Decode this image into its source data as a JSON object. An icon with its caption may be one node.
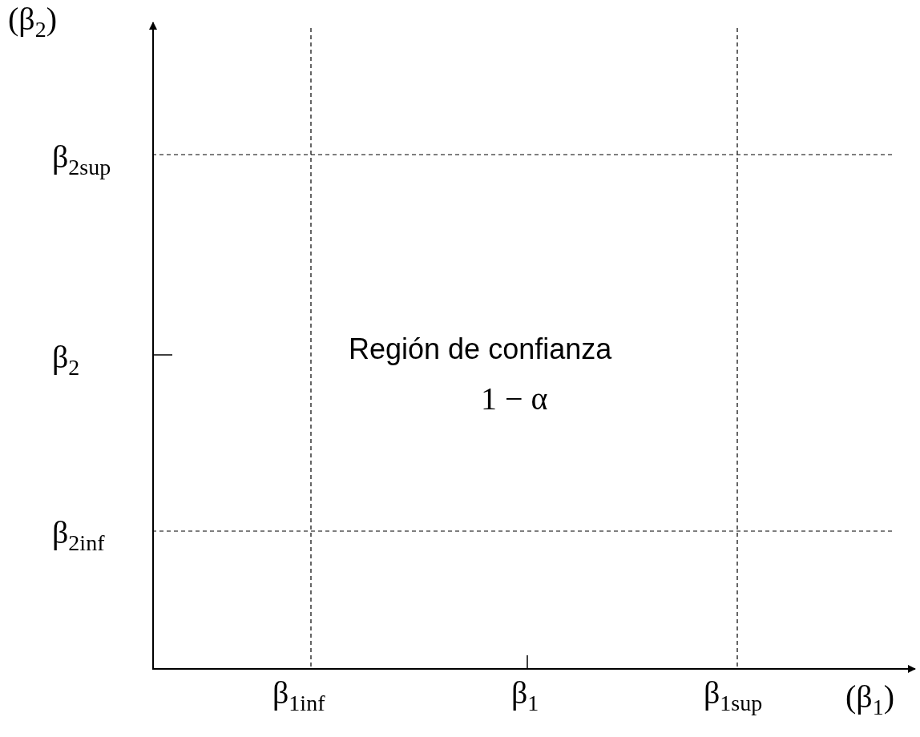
{
  "diagram": {
    "labels": [
      "(β$_{2}$)",
      "β$_{2}$$_{sup}$",
      "β$_{2}$",
      "β$_{2}$$_{inf}$",
      "Región de confianza",
      "1 − α",
      "β$_{1}$$_{inf}$",
      "β$_{1}$",
      "β$_{1}$$_{sup}$",
      "(β$_{1}$)"
    ]
  }
}
